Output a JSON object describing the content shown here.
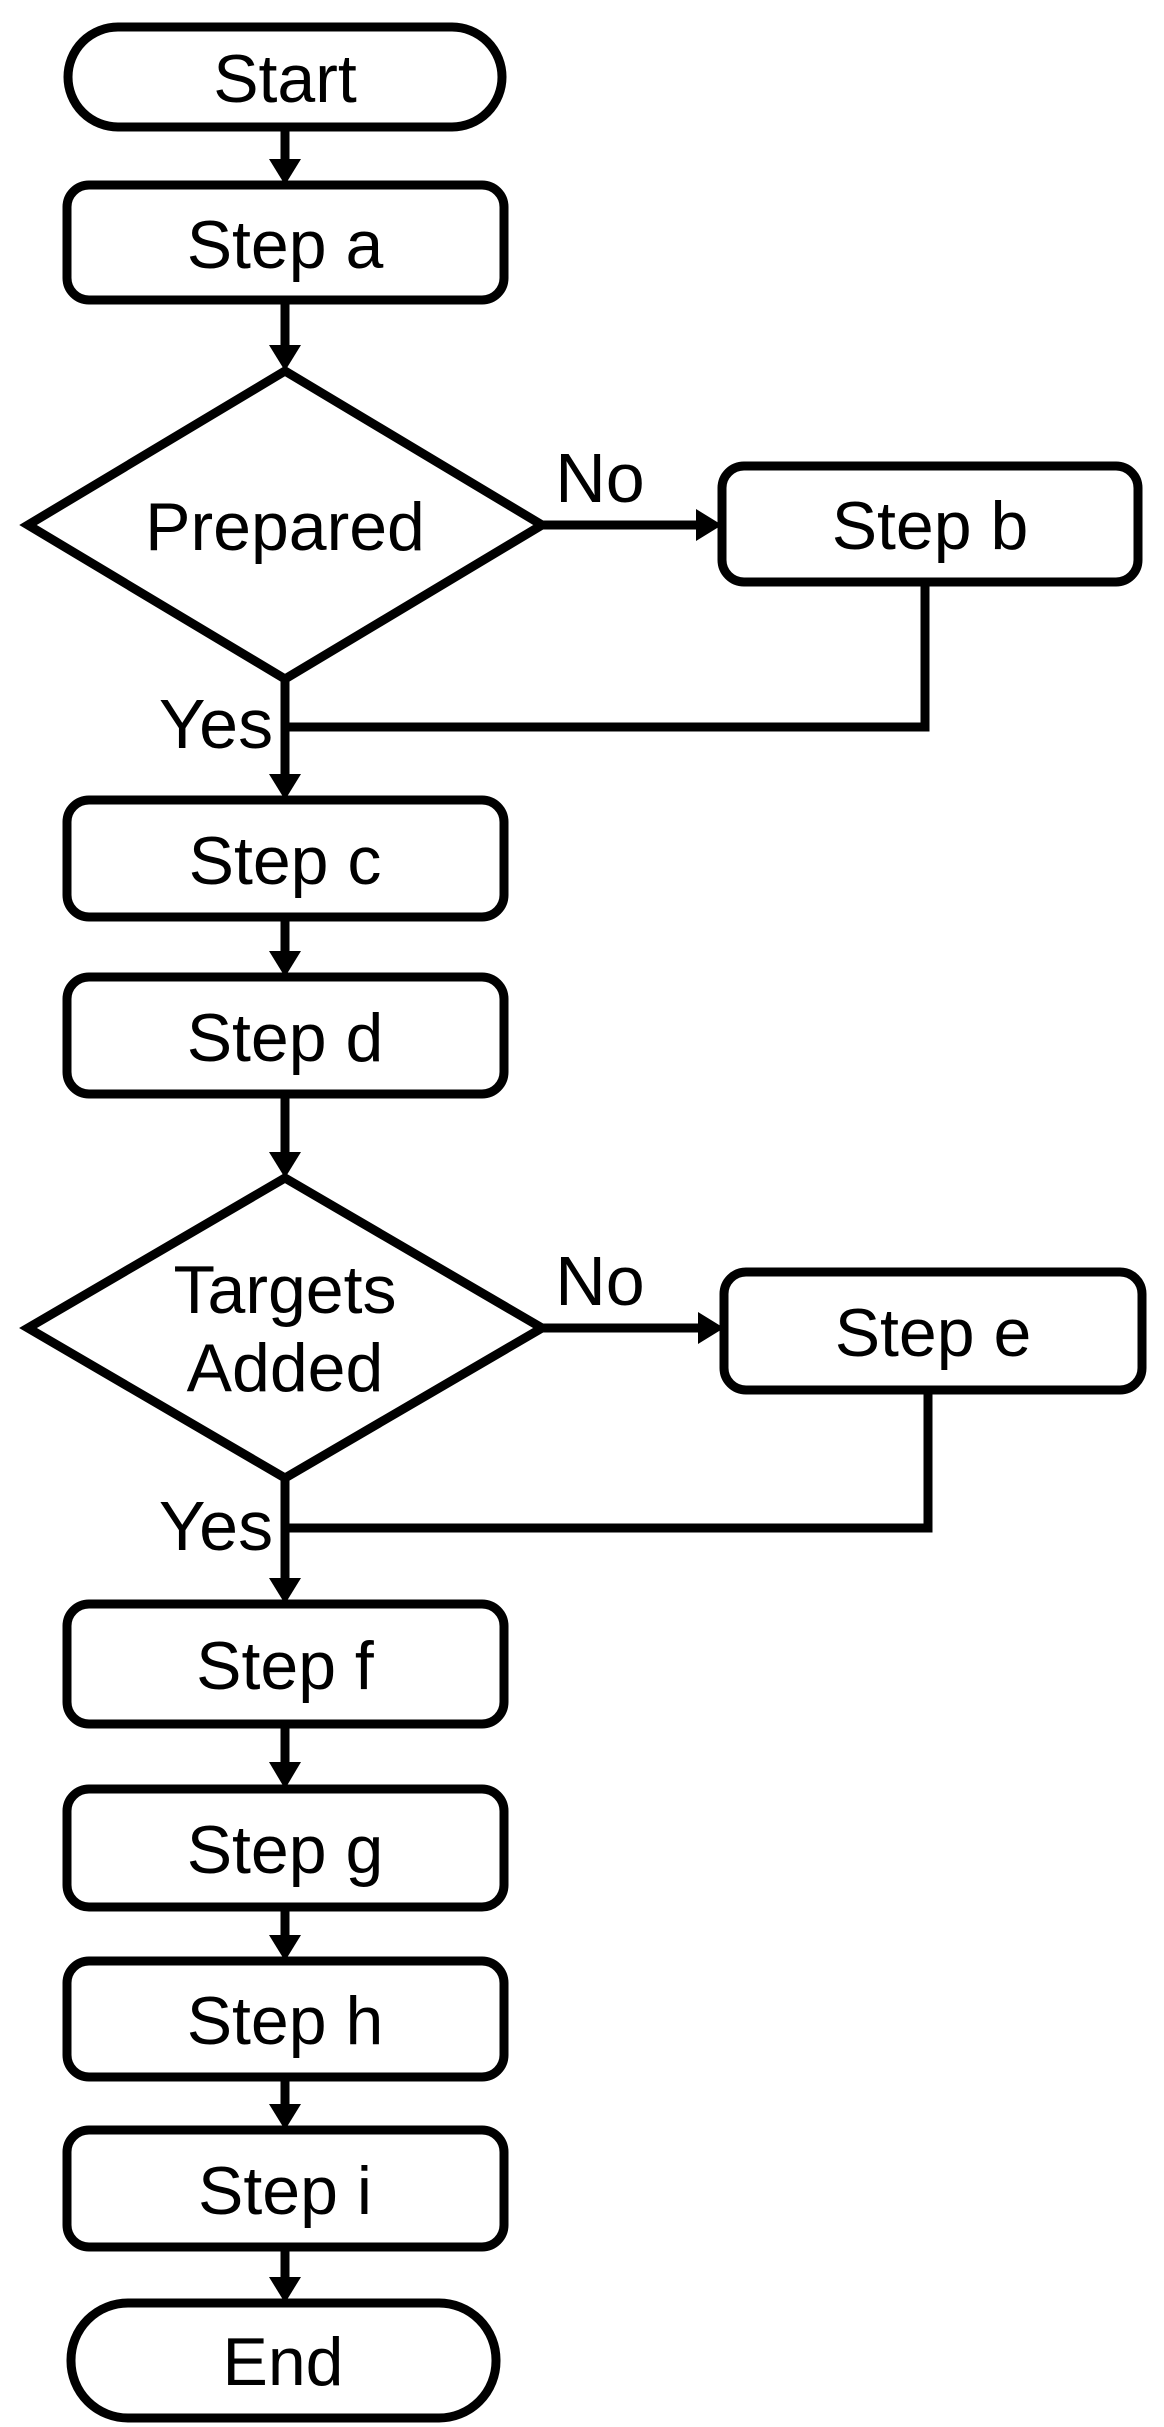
{
  "diagram": {
    "type": "flowchart",
    "background_color": "#ffffff",
    "stroke_color": "#000000",
    "text_color": "#000000"
  },
  "nodes": {
    "start": {
      "shape": "terminator",
      "label": "Start"
    },
    "step_a": {
      "shape": "process",
      "label": "Step a"
    },
    "prepared": {
      "shape": "decision",
      "label": "Prepared"
    },
    "step_b": {
      "shape": "process",
      "label": "Step b"
    },
    "step_c": {
      "shape": "process",
      "label": "Step c"
    },
    "step_d": {
      "shape": "process",
      "label": "Step d"
    },
    "targets_added": {
      "shape": "decision",
      "label_lines": [
        "Targets",
        "Added"
      ]
    },
    "step_e": {
      "shape": "process",
      "label": "Step e"
    },
    "step_f": {
      "shape": "process",
      "label": "Step f"
    },
    "step_g": {
      "shape": "process",
      "label": "Step g"
    },
    "step_h": {
      "shape": "process",
      "label": "Step h"
    },
    "step_i": {
      "shape": "process",
      "label": "Step i"
    },
    "end": {
      "shape": "terminator",
      "label": "End"
    }
  },
  "edge_labels": {
    "prepared_no": "No",
    "prepared_yes": "Yes",
    "targets_added_no": "No",
    "targets_added_yes": "Yes"
  },
  "connections": [
    {
      "from": "Start",
      "to": "Step a"
    },
    {
      "from": "Step a",
      "to": "Prepared"
    },
    {
      "from": "Prepared",
      "to": "Step b",
      "label": "No"
    },
    {
      "from": "Prepared",
      "to": "Step c",
      "label": "Yes"
    },
    {
      "from": "Step b",
      "to": "Step c"
    },
    {
      "from": "Step c",
      "to": "Step d"
    },
    {
      "from": "Step d",
      "to": "Targets Added"
    },
    {
      "from": "Targets Added",
      "to": "Step e",
      "label": "No"
    },
    {
      "from": "Targets Added",
      "to": "Step f",
      "label": "Yes"
    },
    {
      "from": "Step e",
      "to": "Step f"
    },
    {
      "from": "Step f",
      "to": "Step g"
    },
    {
      "from": "Step g",
      "to": "Step h"
    },
    {
      "from": "Step h",
      "to": "Step i"
    },
    {
      "from": "Step i",
      "to": "End"
    }
  ]
}
